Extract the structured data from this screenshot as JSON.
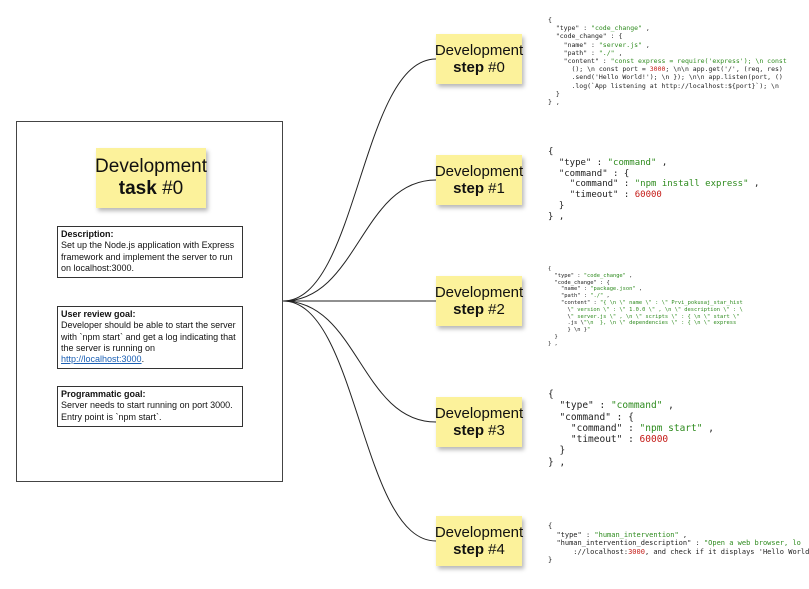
{
  "task": {
    "title_line1": "Development",
    "title_bold": "task",
    "title_num": " #0",
    "description_head": "Description:",
    "description_text": "Set up the Node.js application with Express framework and implement the server to run on localhost:3000.",
    "review_head": "User review goal:",
    "review_text": "Developer should be able to start the server with `npm start` and get a log indicating that the server is running on ",
    "review_link": "http://localhost:3000",
    "review_tail": ".",
    "prog_head": "Programmatic goal:",
    "prog_text": "Server needs to start running on port 3000. Entry point is `npm start`."
  },
  "steps": [
    {
      "line1": "Development",
      "bold": "step",
      "num": " #0"
    },
    {
      "line1": "Development",
      "bold": "step",
      "num": " #1"
    },
    {
      "line1": "Development",
      "bold": "step",
      "num": " #2"
    },
    {
      "line1": "Development",
      "bold": "step",
      "num": " #3"
    },
    {
      "line1": "Development",
      "bold": "step",
      "num": " #4"
    }
  ],
  "json_blocks": [
    [
      "{",
      "  \"type\" : \"code_change\" ,",
      "  \"code_change\" : {",
      "    \"name\" : \"server.js\" ,",
      "    \"path\" : \"./\" ,",
      "    \"content\" : \"const express = require('express'); \\n const",
      "      (); \\n const port = 3000; \\n\\n app.get('/', (req, res)",
      "      .send('Hello World!'); \\n }); \\n\\n app.listen(port, ()",
      "      .log(`App listening at http://localhost:${port}`); \\n",
      "  }",
      "} ,"
    ],
    [
      "{",
      "  \"type\" : \"command\" ,",
      "  \"command\" : {",
      "    \"command\" : \"npm install express\" ,",
      "    \"timeout\" : 60000",
      "  }",
      "} ,"
    ],
    [
      "{",
      "  \"type\" : \"code_change\" ,",
      "  \"code_change\" : {",
      "    \"name\" : \"package.json\" ,",
      "    \"path\" : \"./\" ,",
      "    \"content\" : \"{ \\n \\\" name \\\" : \\\" Prvi_pokusaj_star_hist",
      "      \\\" version \\\" : \\\" 1.0.0 \\\" , \\n \\\" description \\\" : \\",
      "      \\\" server.js \\\" , \\n \\\" scripts \\\" : { \\n \\\" start \\\"",
      "      .js \\\"\\n  }, \\n \\\" dependencies \\\" : { \\n \\\" express",
      "      } \\n }\"",
      "  }",
      "} ,"
    ],
    [
      "{",
      "  \"type\" : \"command\" ,",
      "  \"command\" : {",
      "    \"command\" : \"npm start\" ,",
      "    \"timeout\" : 60000",
      "  }",
      "} ,"
    ],
    [
      "{",
      "  \"type\" : \"human_intervention\" ,",
      "  \"human_intervention_description\" : \"Open a web browser, lo",
      "      ://localhost:3000, and check if it displays 'Hello World",
      "}"
    ]
  ]
}
